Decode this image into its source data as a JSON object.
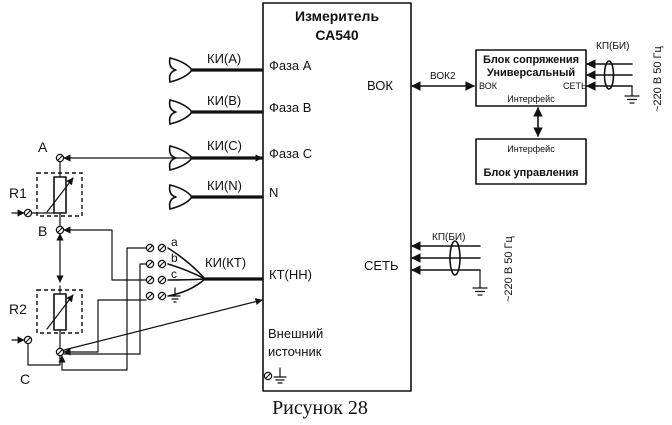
{
  "meter": {
    "title_line1": "Измеритель",
    "title_line2": "СА540",
    "inputs": {
      "phase_a": "Фаза А",
      "phase_b": "Фаза В",
      "phase_c": "Фаза С",
      "neutral": "N",
      "kt": "КТ(НН)",
      "external_line1": "Внешний",
      "external_line2": "источник"
    },
    "ports": {
      "vok": "ВОК",
      "network": "СЕТЬ"
    }
  },
  "cables": {
    "ki_a": "КИ(А)",
    "ki_b": "КИ(В)",
    "ki_c": "КИ(С)",
    "ki_n": "КИ(N)",
    "ki_kt": "КИ(КТ)",
    "vok2": "ВОК2",
    "kp_top": "КП(БИ)",
    "kp_bottom": "КП(БИ)"
  },
  "supply": {
    "top": "~220 В 50 Гц",
    "bottom": "~220 В 50 Гц"
  },
  "interface_block": {
    "title_line1": "Блок сопряжения",
    "title_line2": "Универсальный",
    "vok": "ВОК",
    "net": "СЕТЬ",
    "interface": "Интерфейс"
  },
  "control_block": {
    "interface": "Интерфейс",
    "title": "Блок управления"
  },
  "resistors": {
    "r1": "R1",
    "r2": "R2"
  },
  "terminals": {
    "a": "A",
    "b": "B",
    "c": "C",
    "kt_a": "a",
    "kt_b": "b",
    "kt_c": "c"
  },
  "caption": "Рисунок 28"
}
